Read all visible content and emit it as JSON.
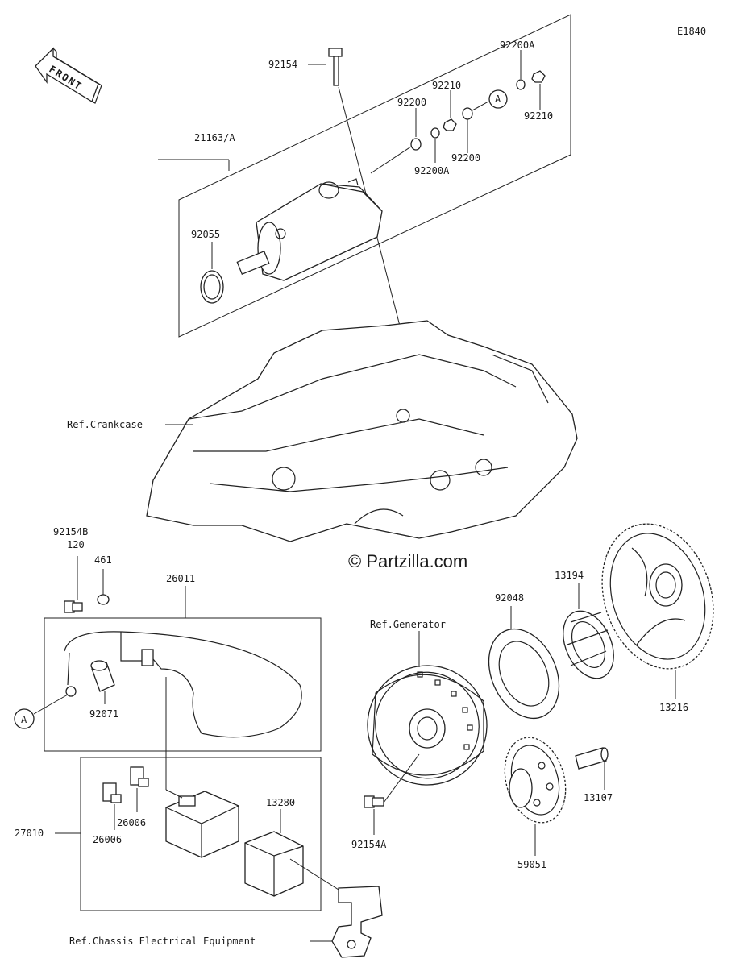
{
  "diagram": {
    "figure_code": "E1840",
    "front_label": "FRONT",
    "watermark": "© Partzilla.com",
    "labels": {
      "p92154": "92154",
      "p92200A_top": "92200A",
      "p92210_a": "92210",
      "p92210_b": "92210",
      "p92200_a": "92200",
      "p92200_b": "92200",
      "p92200A_b": "92200A",
      "callout_a_top": "A",
      "p21163A": "21163/A",
      "p92055": "92055",
      "ref_crankcase": "Ref.Crankcase",
      "p92154B": "92154B",
      "p120": "120",
      "p461": "461",
      "p26011": "26011",
      "callout_a_bottom": "A",
      "p92071": "92071",
      "ref_generator": "Ref.Generator",
      "p92048": "92048",
      "p13194": "13194",
      "p13216": "13216",
      "p13107": "13107",
      "p92154A": "92154A",
      "p59051": "59051",
      "p27010": "27010",
      "p26006_a": "26006",
      "p26006_b": "26006",
      "p13280": "13280",
      "ref_chassis": "Ref.Chassis Electrical Equipment"
    }
  }
}
